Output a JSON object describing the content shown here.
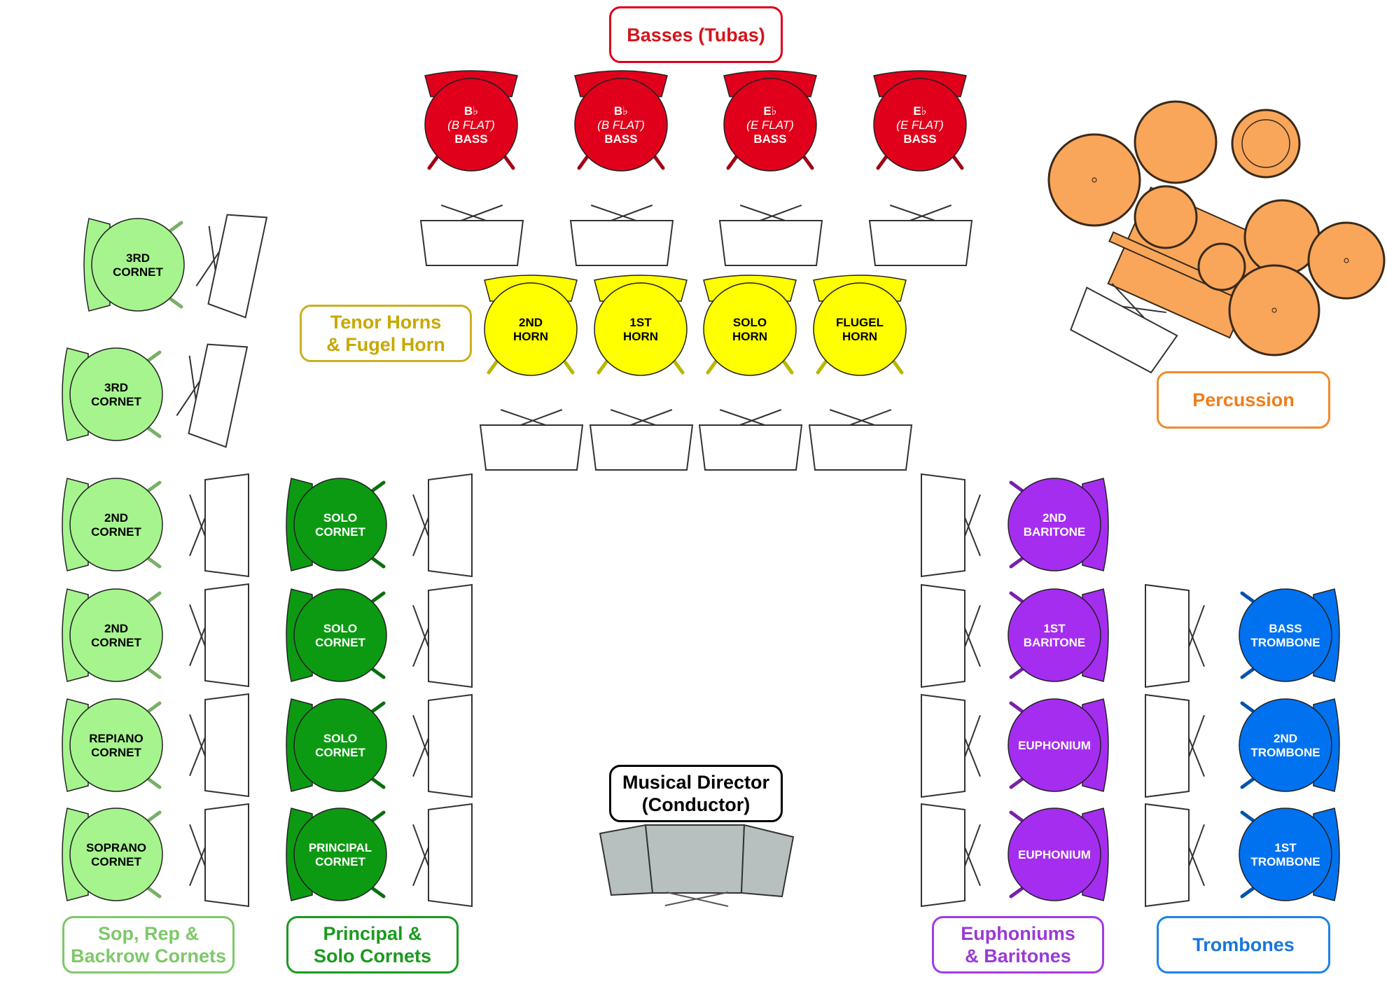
{
  "groups": {
    "basses": {
      "label_lines": [
        "Basses (Tubas)"
      ],
      "color": "#e0001b",
      "text_color": "#d4141c"
    },
    "horns": {
      "label_lines": [
        "Tenor Horns",
        "& Fugel Horn"
      ],
      "color": "#ffff00",
      "text_color": "#c8a800",
      "border": "#c8b020"
    },
    "percussion": {
      "label_lines": [
        "Percussion"
      ],
      "color": "#f9a65a",
      "text_color": "#f07d1a",
      "border": "#f08a2a"
    },
    "back_cornets": {
      "label_lines": [
        "Sop, Rep &",
        "Backrow Cornets"
      ],
      "color": "#a6f48e",
      "text_color": "#7ec86a",
      "border": "#7ec86a"
    },
    "front_cornets": {
      "label_lines": [
        "Principal &",
        "Solo Cornets"
      ],
      "color": "#0c9a12",
      "text_color": "#1a9a1e",
      "border": "#1a9a1e"
    },
    "euphoniums": {
      "label_lines": [
        "Euphoniums",
        "& Baritones"
      ],
      "color": "#a52df0",
      "text_color": "#9a3ad6",
      "border": "#a23ae6"
    },
    "trombones": {
      "label_lines": [
        "Trombones"
      ],
      "color": "#0072f0",
      "text_color": "#1677d9",
      "border": "#1f82e6"
    },
    "conductor": {
      "label_lines": [
        "Musical Director",
        "(Conductor)"
      ],
      "color": "#b8bfbf",
      "text_color": "#000000",
      "border": "#000000"
    }
  },
  "seats": {
    "basses": [
      {
        "lines": [
          "B♭",
          "(B FLAT)",
          "BASS"
        ]
      },
      {
        "lines": [
          "B♭",
          "(B FLAT)",
          "BASS"
        ]
      },
      {
        "lines": [
          "E♭",
          "(E FLAT)",
          "BASS"
        ]
      },
      {
        "lines": [
          "E♭",
          "(E FLAT)",
          "BASS"
        ]
      }
    ],
    "horns": [
      {
        "lines": [
          "2ND",
          "HORN"
        ]
      },
      {
        "lines": [
          "1ST",
          "HORN"
        ]
      },
      {
        "lines": [
          "SOLO",
          "HORN"
        ]
      },
      {
        "lines": [
          "FLUGEL",
          "HORN"
        ]
      }
    ],
    "back_cornets": [
      {
        "lines": [
          "3RD",
          "CORNET"
        ]
      },
      {
        "lines": [
          "3RD",
          "CORNET"
        ]
      },
      {
        "lines": [
          "2ND",
          "CORNET"
        ]
      },
      {
        "lines": [
          "2ND",
          "CORNET"
        ]
      },
      {
        "lines": [
          "REPIANO",
          "CORNET"
        ]
      },
      {
        "lines": [
          "SOPRANO",
          "CORNET"
        ]
      }
    ],
    "front_cornets": [
      {
        "lines": [
          "SOLO",
          "CORNET"
        ]
      },
      {
        "lines": [
          "SOLO",
          "CORNET"
        ]
      },
      {
        "lines": [
          "SOLO",
          "CORNET"
        ]
      },
      {
        "lines": [
          "PRINCIPAL",
          "CORNET"
        ]
      }
    ],
    "euphoniums": [
      {
        "lines": [
          "2ND",
          "BARITONE"
        ]
      },
      {
        "lines": [
          "1ST",
          "BARITONE"
        ]
      },
      {
        "lines": [
          "EUPHONIUM"
        ]
      },
      {
        "lines": [
          "EUPHONIUM"
        ]
      }
    ],
    "trombones": [
      {
        "lines": [
          "BASS",
          "TROMBONE"
        ]
      },
      {
        "lines": [
          "2ND",
          "TROMBONE"
        ]
      },
      {
        "lines": [
          "1ST",
          "TROMBONE"
        ]
      }
    ]
  }
}
